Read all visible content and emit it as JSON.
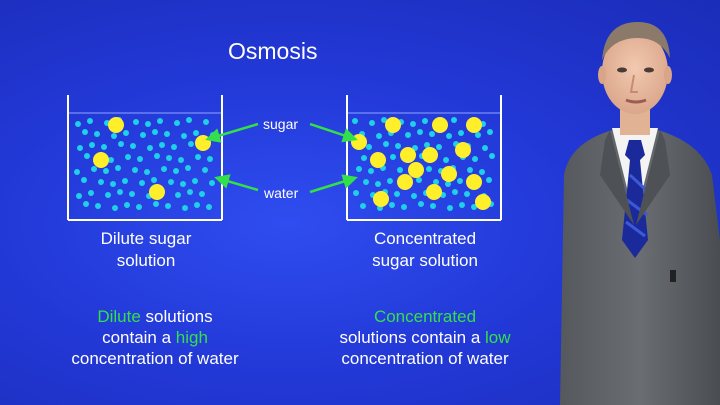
{
  "slide": {
    "title": "Osmosis",
    "labels": {
      "sugar": "sugar",
      "water": "water"
    },
    "left_beaker": {
      "caption_line1": "Dilute sugar",
      "caption_line2": "solution"
    },
    "right_beaker": {
      "caption_line1": "Concentrated",
      "caption_line2": "sugar solution"
    },
    "left_statement": {
      "w1": "Dilute",
      "w2": " solutions",
      "l2a": "contain a ",
      "l2b": "high",
      "l3": "concentration of water"
    },
    "right_statement": {
      "l1": "Concentrated",
      "l2a": "solutions contain a ",
      "l2b": "low",
      "l3": "concentration of water"
    }
  },
  "colors": {
    "background": "#2339d8",
    "highlight": "#33e04a",
    "sugar_particle": "#ffee2a",
    "water_particle": "#1fd0e8",
    "arrow": "#33e04a"
  }
}
